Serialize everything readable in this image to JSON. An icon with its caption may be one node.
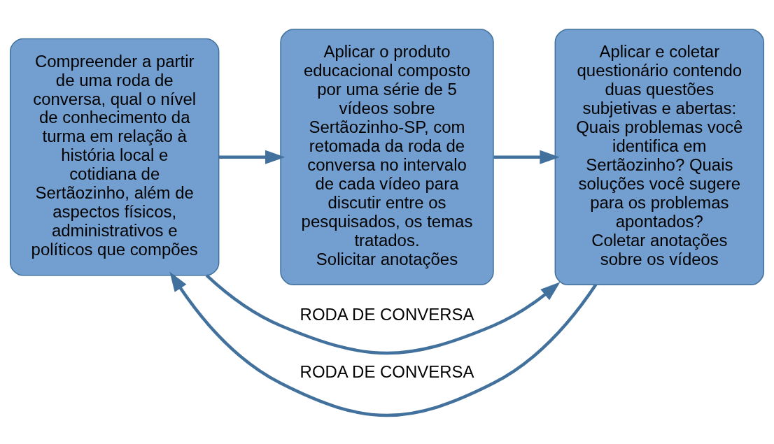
{
  "diagram": {
    "nodes": [
      {
        "text": [
          "Compreender a partir de uma roda de conversa, qual o nível de conhecimento da turma em relação à história local e cotidiana de Sertãozinho, além de aspectos físicos, administrativos e políticos que compões"
        ]
      },
      {
        "text": [
          "Aplicar o produto educacional composto por uma série de 5 vídeos sobre Sertãozinho-SP, com retomada da roda de conversa no intervalo de cada vídeo para discutir entre os pesquisados, os temas tratados.",
          "Solicitar anotações"
        ]
      },
      {
        "text": [
          "Aplicar e coletar questionário contendo duas questões subjetivas e abertas: Quais problemas você identifica em Sertãozinho? Quais soluções você sugere para os problemas apontados?",
          "Coletar anotações sobre os vídeos"
        ]
      }
    ],
    "edges": [
      {
        "from": 0,
        "to": 2,
        "arrow": "to",
        "label": "RODA DE CONVERSA"
      },
      {
        "from": 0,
        "to": 1,
        "arrow": "to"
      },
      {
        "from": 1,
        "to": 2,
        "arrow": "to"
      },
      {
        "from": 2,
        "to": 0,
        "arrow": "to",
        "label": "RODA DE CONVERSA"
      }
    ]
  }
}
